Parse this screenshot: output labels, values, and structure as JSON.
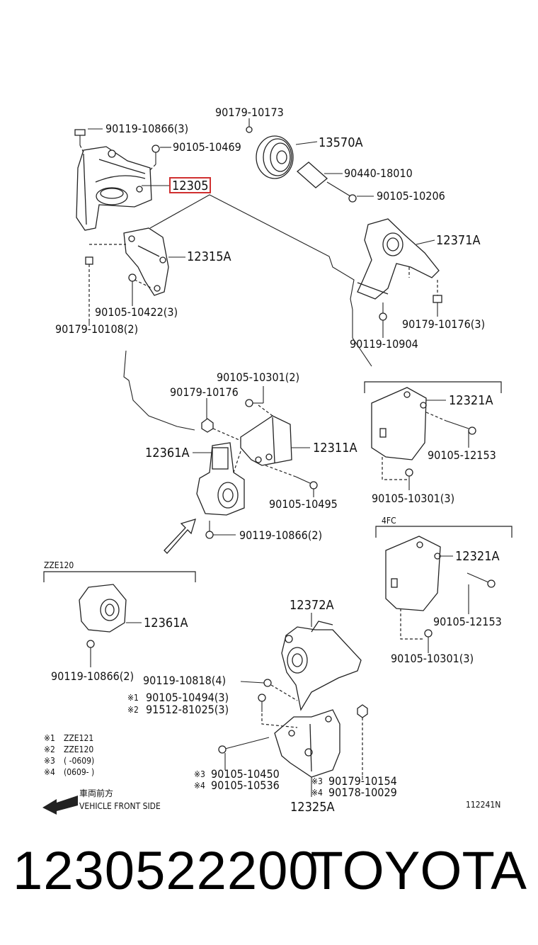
{
  "diagram": {
    "callouts": {
      "c1": "90119-10866(3)",
      "c2": "90179-10173",
      "c3": "90105-10469",
      "c4": "13570A",
      "c5": "12305",
      "c6": "90440-18010",
      "c7": "90105-10206",
      "c8": "12371A",
      "c9": "12315A",
      "c10": "90105-10422(3)",
      "c11": "90179-10108(2)",
      "c12": "90179-10176(3)",
      "c13": "90119-10904",
      "c14": "90105-10301(2)",
      "c15": "90179-10176",
      "c16": "12321A",
      "c17": "12361A",
      "c18": "12311A",
      "c19": "90105-12153",
      "c20": "90105-10495",
      "c21": "90105-10301(3)",
      "c22": "90119-10866(2)",
      "c23": "12321A",
      "c24": "90105-12153",
      "c25": "12361A",
      "c26": "12372A",
      "c27": "90105-10301(3)",
      "c28": "90119-10866(2)",
      "c29": "90119-10818(4)",
      "c30": "90105-10494(3)",
      "c31": "91512-81025(3)",
      "c32": "90105-10450",
      "c33": "90105-10536",
      "c34": "90179-10154",
      "c35": "90178-10029",
      "c36": "12325A"
    },
    "variant_labels": {
      "zze120": "ZZE120",
      "fourfc": "4FC"
    },
    "footnote_marks": {
      "n1": "※1",
      "n2": "※2",
      "n3": "※3",
      "n4": "※4"
    },
    "legend": [
      {
        "mark": "※1",
        "text": "ZZE121"
      },
      {
        "mark": "※2",
        "text": "ZZE120"
      },
      {
        "mark": "※3",
        "text": "(      -0609)"
      },
      {
        "mark": "※4",
        "text": "(0609-      )"
      }
    ],
    "front": {
      "jp": "車両前方",
      "en": "VEHICLE FRONT SIDE"
    },
    "diagram_code": "112241N",
    "highlight_color": "#d03030"
  },
  "footer": {
    "part_number": "1230522200",
    "brand": "TOYOTA"
  }
}
